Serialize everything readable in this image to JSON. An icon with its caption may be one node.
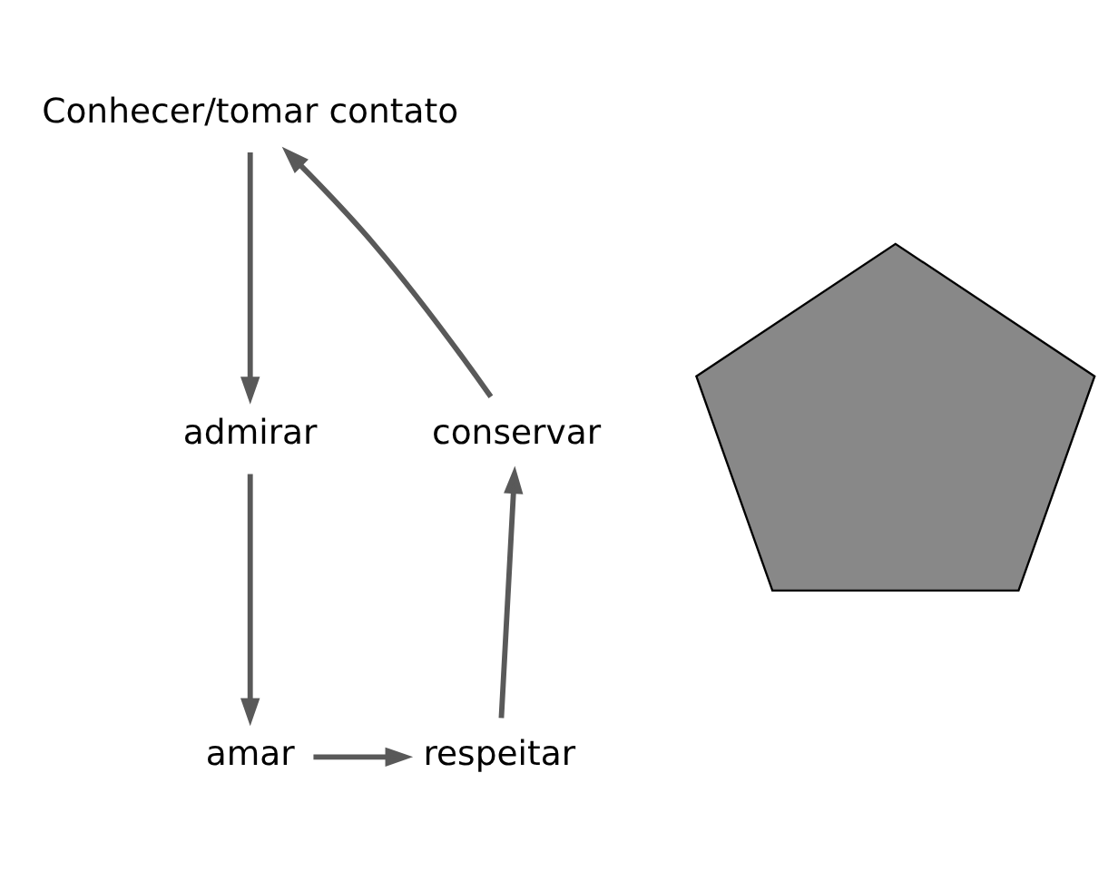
{
  "diagram": {
    "nodes": [
      {
        "text": [
          "Conhecer/tomar contato"
        ]
      },
      {
        "text": [
          "conservar"
        ]
      },
      {
        "text": [
          "admirar"
        ]
      },
      {
        "text": [
          "respeitar"
        ]
      },
      {
        "text": [
          "amar"
        ]
      },
      {
        "text": [],
        "shape": "pentagon"
      }
    ],
    "edges": [
      {
        "from": 0,
        "to": 2,
        "arrow": "to"
      },
      {
        "from": 2,
        "to": 4,
        "arrow": "to"
      },
      {
        "from": 4,
        "to": 3,
        "arrow": "to"
      },
      {
        "from": 3,
        "to": 1,
        "arrow": "to"
      },
      {
        "from": 1,
        "to": 0,
        "arrow": "to"
      }
    ]
  }
}
